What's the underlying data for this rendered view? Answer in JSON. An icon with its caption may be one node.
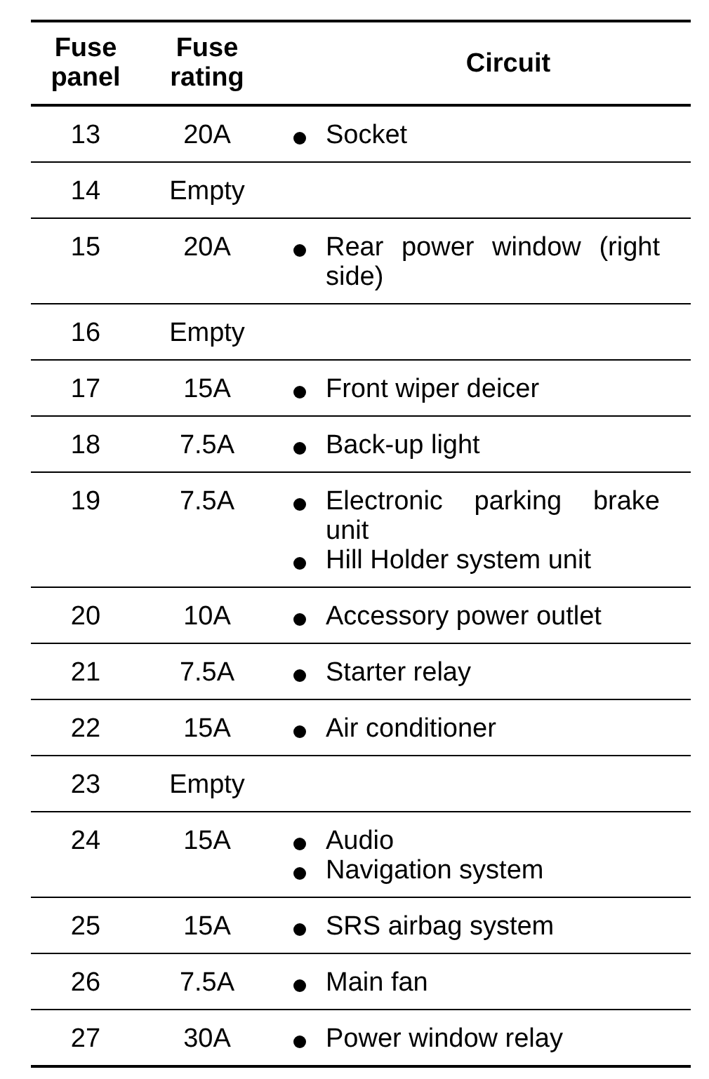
{
  "diagram": {
    "labels": [
      "Fuse panel",
      "Fuse rating",
      "Circuit",
      "13",
      "20A",
      "Socket",
      "14",
      "Empty",
      "15",
      "20A",
      "Rear power window (right side)",
      "16",
      "Empty",
      "17",
      "15A",
      "Front wiper deicer",
      "18",
      "7.5A",
      "Back-up light",
      "19",
      "7.5A",
      "Electronic parking brake unit",
      "Hill Holder system unit",
      "20",
      "10A",
      "Accessory power outlet",
      "21",
      "7.5A",
      "Starter relay",
      "22",
      "15A",
      "Air conditioner",
      "23",
      "Empty",
      "24",
      "15A",
      "Audio",
      "Navigation system",
      "25",
      "15A",
      "SRS airbag system",
      "26",
      "7.5A",
      "Main fan",
      "27",
      "30A",
      "Power window relay"
    ]
  }
}
